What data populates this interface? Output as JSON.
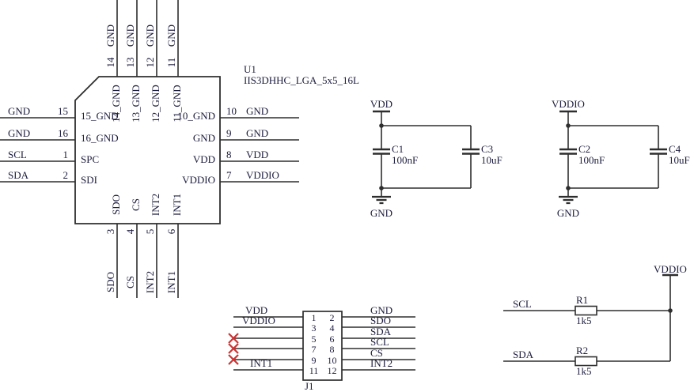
{
  "title": {
    "designator": "U1",
    "part": "IIS3DHHC_LGA_5x5_16L"
  },
  "ic": {
    "left_pins": [
      {
        "number": "15",
        "net": "GND",
        "name": "15_GND"
      },
      {
        "number": "16",
        "net": "GND",
        "name": "16_GND"
      },
      {
        "number": "1",
        "net": "SCL",
        "name": "SPC"
      },
      {
        "number": "2",
        "net": "SDA",
        "name": "SDI"
      }
    ],
    "top_pins": [
      {
        "number": "14",
        "net": "GND",
        "name": "14_GND"
      },
      {
        "number": "13",
        "net": "GND",
        "name": "13_GND"
      },
      {
        "number": "12",
        "net": "GND",
        "name": "12_GND"
      },
      {
        "number": "11",
        "net": "GND",
        "name": "11_GND"
      }
    ],
    "right_pins": [
      {
        "number": "10",
        "net": "GND",
        "name": "10_GND"
      },
      {
        "number": "9",
        "net": "GND",
        "name": "GND"
      },
      {
        "number": "8",
        "net": "VDD",
        "name": "VDD"
      },
      {
        "number": "7",
        "net": "VDDIO",
        "name": "VDDIO"
      }
    ],
    "bottom_pins": [
      {
        "number": "3",
        "net": "SDO",
        "name": "SDO"
      },
      {
        "number": "4",
        "net": "CS",
        "name": "CS"
      },
      {
        "number": "5",
        "net": "INT2",
        "name": "INT2"
      },
      {
        "number": "6",
        "net": "INT1",
        "name": "INT1"
      }
    ]
  },
  "decoupling": [
    {
      "rail": "VDD",
      "ground": "GND",
      "cap_a": {
        "ref": "C1",
        "value": "100nF"
      },
      "cap_b": {
        "ref": "C3",
        "value": "10uF"
      }
    },
    {
      "rail": "VDDIO",
      "ground": "GND",
      "cap_a": {
        "ref": "C2",
        "value": "100nF"
      },
      "cap_b": {
        "ref": "C4",
        "value": "10uF"
      }
    }
  ],
  "connector": {
    "designator": "J1",
    "pins_left": [
      "1",
      "3",
      "5",
      "7",
      "9",
      "11"
    ],
    "pins_right": [
      "2",
      "4",
      "6",
      "8",
      "10",
      "12"
    ],
    "nets_left": [
      "VDD",
      "VDDIO",
      "",
      "",
      "",
      "INT1"
    ],
    "nets_right": [
      "GND",
      "SDO",
      "SDA",
      "SCL",
      "CS",
      "INT2"
    ],
    "no_connect_pins": [
      "5",
      "7",
      "9"
    ]
  },
  "pullups": {
    "rail": "VDDIO",
    "r1": {
      "net": "SCL",
      "ref": "R1",
      "value": "1k5"
    },
    "r2": {
      "net": "SDA",
      "ref": "R2",
      "value": "1k5"
    }
  },
  "colors": {
    "wire": "#2e2e2e",
    "text": "#1c1c3e",
    "no_connect": "#cc3333",
    "background": "#ffffff"
  }
}
